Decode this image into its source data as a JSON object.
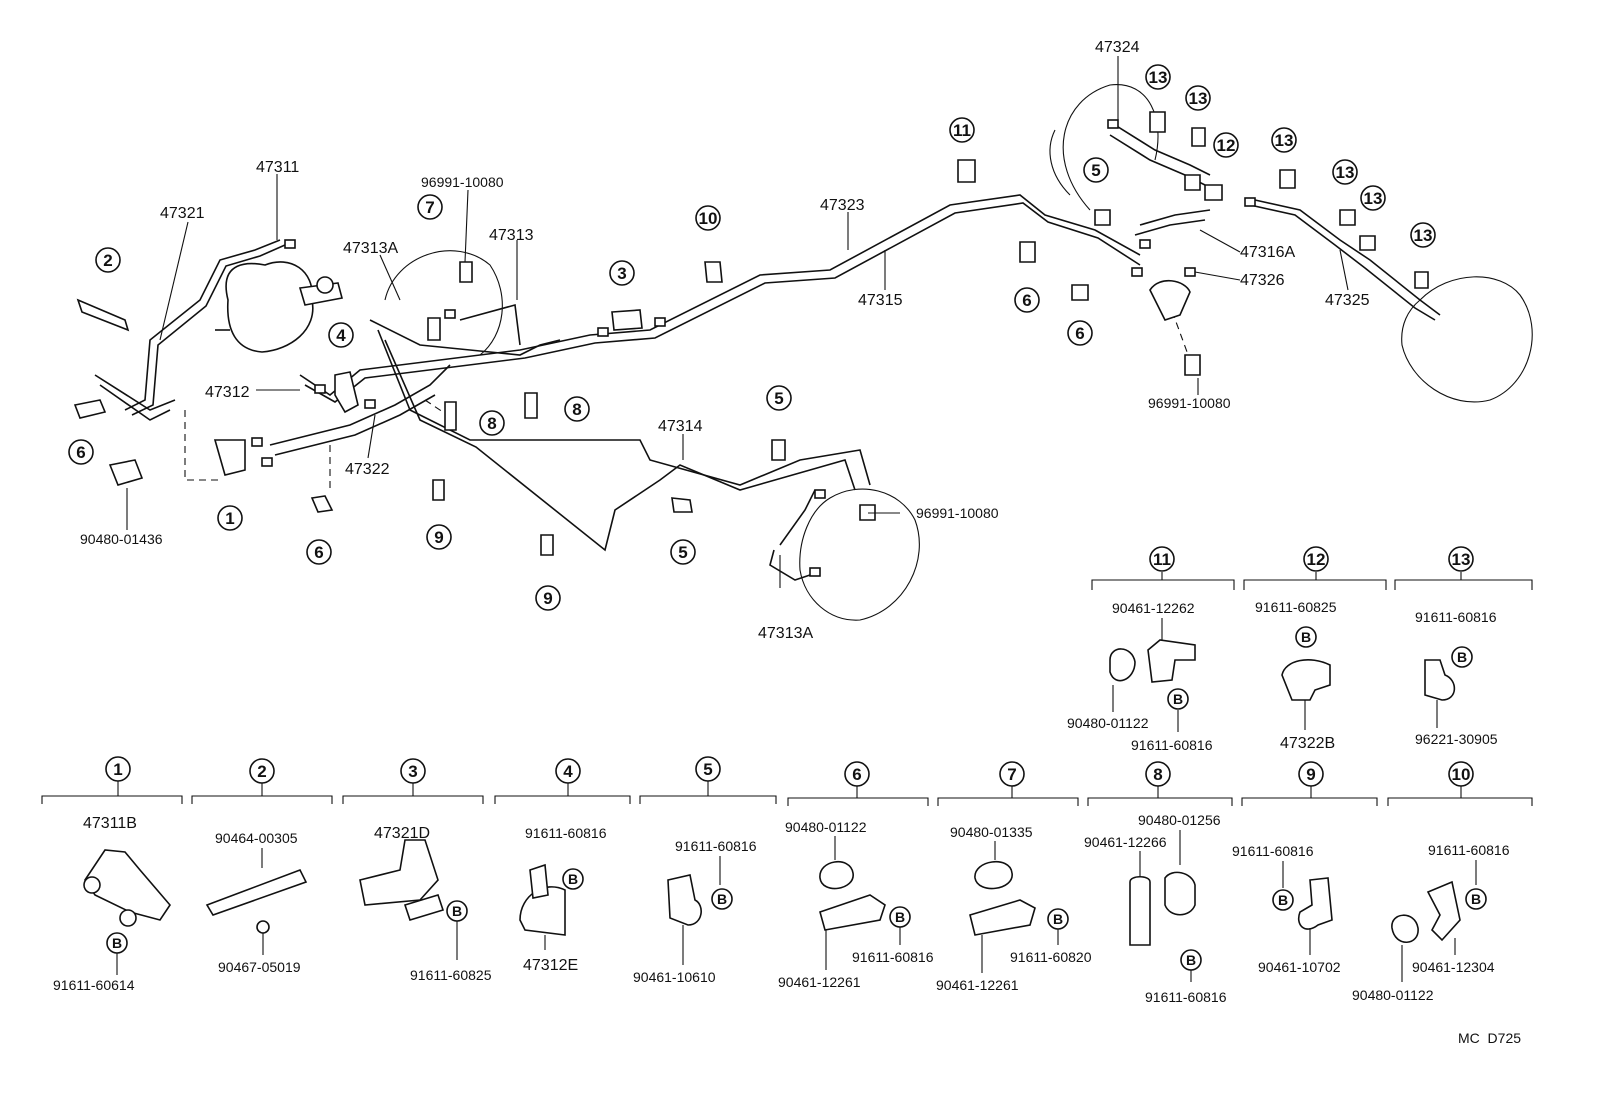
{
  "parts": {
    "p47311": "47311",
    "p47321": "47321",
    "p47312": "47312",
    "p47322": "47322",
    "p96991_a": "96991-10080",
    "p47313": "47313",
    "p47313A_a": "47313A",
    "p47313A_b": "47313A",
    "p47314": "47314",
    "p96991_b": "96991-10080",
    "p47323": "47323",
    "p47315": "47315",
    "p47324": "47324",
    "p47316A": "47316A",
    "p47326": "47326",
    "p47325": "47325",
    "p96991_c": "96991-10080",
    "p90480_01436": "90480-01436"
  },
  "callouts": [
    "1",
    "2",
    "3",
    "4",
    "5",
    "6",
    "7",
    "8",
    "9",
    "10",
    "11",
    "12",
    "13"
  ],
  "bolt_mark": "B",
  "details": {
    "d1": {
      "num": "1",
      "parts": [
        "47311B",
        "91611-60614"
      ]
    },
    "d2": {
      "num": "2",
      "parts": [
        "90464-00305",
        "90467-05019"
      ]
    },
    "d3": {
      "num": "3",
      "parts": [
        "47321D",
        "91611-60825"
      ]
    },
    "d4": {
      "num": "4",
      "parts": [
        "91611-60816",
        "47312E"
      ]
    },
    "d5": {
      "num": "5",
      "parts": [
        "91611-60816",
        "90461-10610"
      ]
    },
    "d6": {
      "num": "6",
      "parts": [
        "90480-01122",
        "91611-60816",
        "90461-12261"
      ]
    },
    "d7": {
      "num": "7",
      "parts": [
        "90480-01335",
        "91611-60820",
        "90461-12261"
      ]
    },
    "d8": {
      "num": "8",
      "parts": [
        "90480-01256",
        "90461-12266",
        "91611-60816"
      ]
    },
    "d9": {
      "num": "9",
      "parts": [
        "91611-60816",
        "90461-10702"
      ]
    },
    "d10": {
      "num": "10",
      "parts": [
        "91611-60816",
        "90461-12304",
        "90480-01122"
      ]
    },
    "d11": {
      "num": "11",
      "parts": [
        "90461-12262",
        "90480-01122",
        "91611-60816"
      ]
    },
    "d12": {
      "num": "12",
      "parts": [
        "91611-60825",
        "47322B"
      ]
    },
    "d13": {
      "num": "13",
      "parts": [
        "91611-60816",
        "96221-30905"
      ]
    }
  },
  "footer": {
    "code": "MC  D725"
  }
}
